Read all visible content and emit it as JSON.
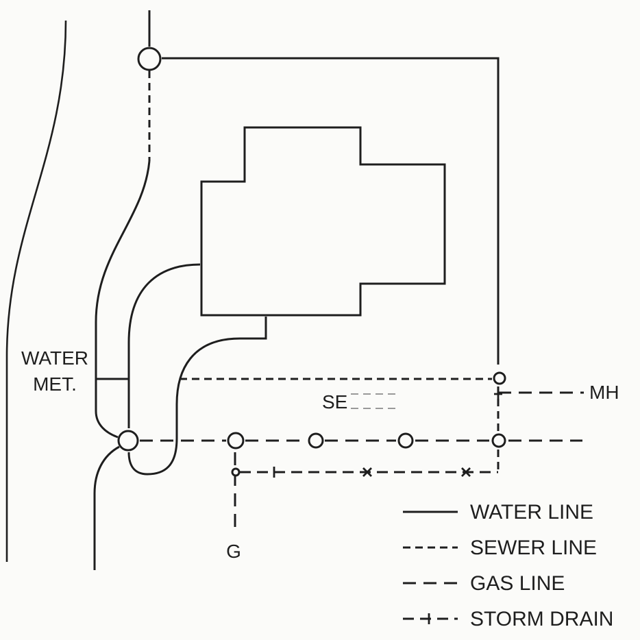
{
  "labels": {
    "water_meter_line1": "WATER",
    "water_meter_line2": "MET.",
    "sewer": "SE",
    "manhole": "MH",
    "gas": "G"
  },
  "legend": [
    {
      "key": "water",
      "label": "WATER LINE"
    },
    {
      "key": "sewer",
      "label": "SEWER LINE"
    },
    {
      "key": "gas",
      "label": "GAS LINE"
    },
    {
      "key": "storm",
      "label": "STORM DRAIN"
    }
  ]
}
